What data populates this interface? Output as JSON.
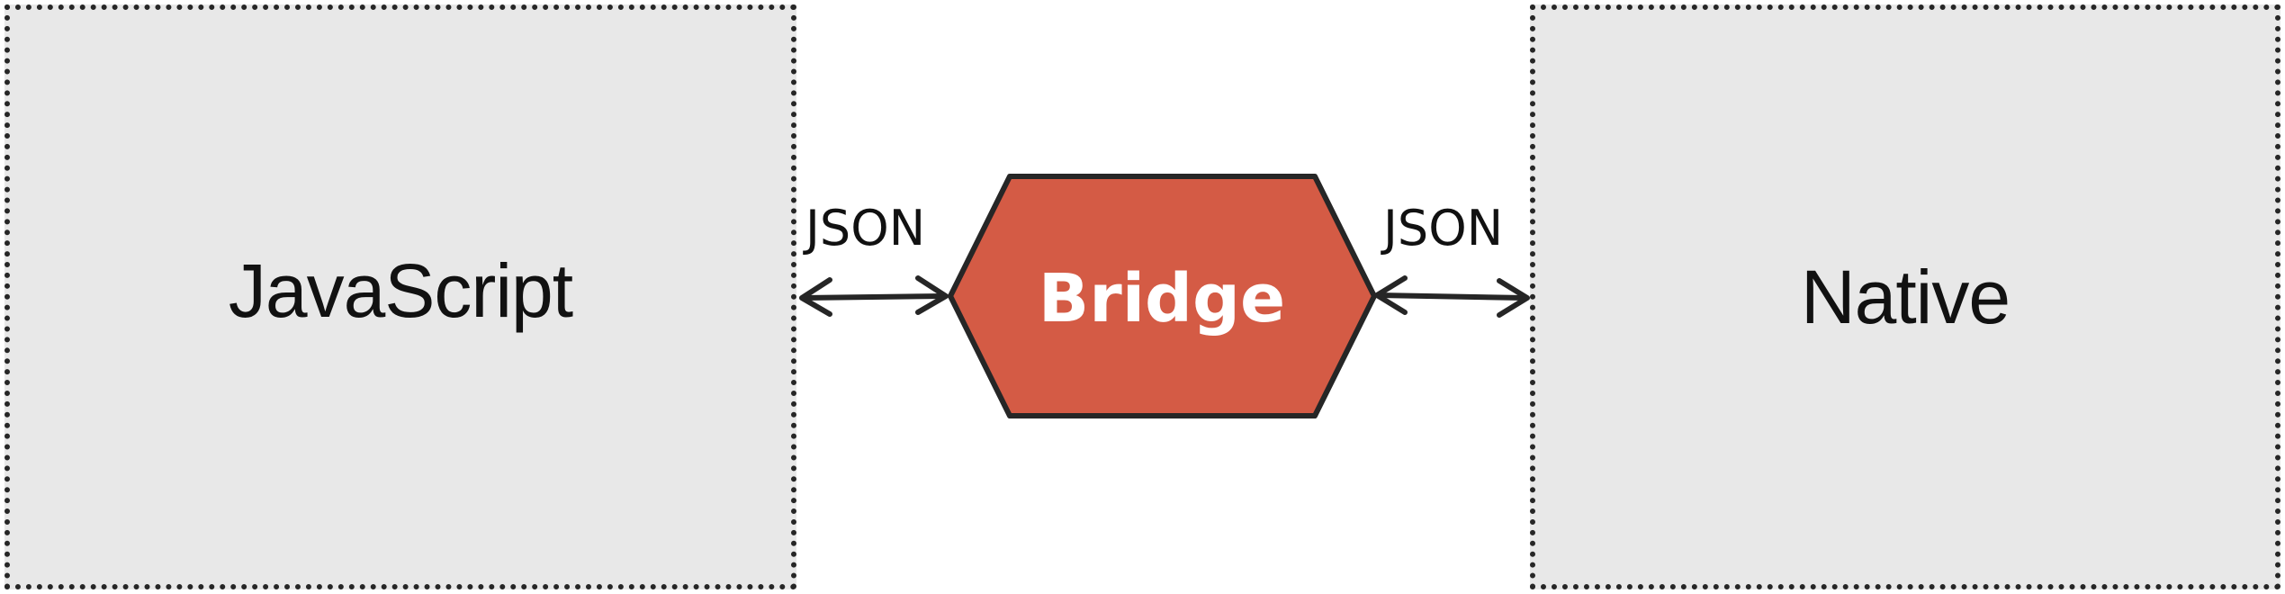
{
  "diagram": {
    "left_panel": {
      "label": "JavaScript"
    },
    "right_panel": {
      "label": "Native"
    },
    "bridge": {
      "label": "Bridge",
      "fill": "#d45b45",
      "text_color": "#ffffff"
    },
    "connectors": {
      "left_label": "JSON",
      "right_label": "JSON"
    },
    "colors": {
      "panel_fill": "#e8e8e8",
      "outline": "#262626"
    }
  }
}
